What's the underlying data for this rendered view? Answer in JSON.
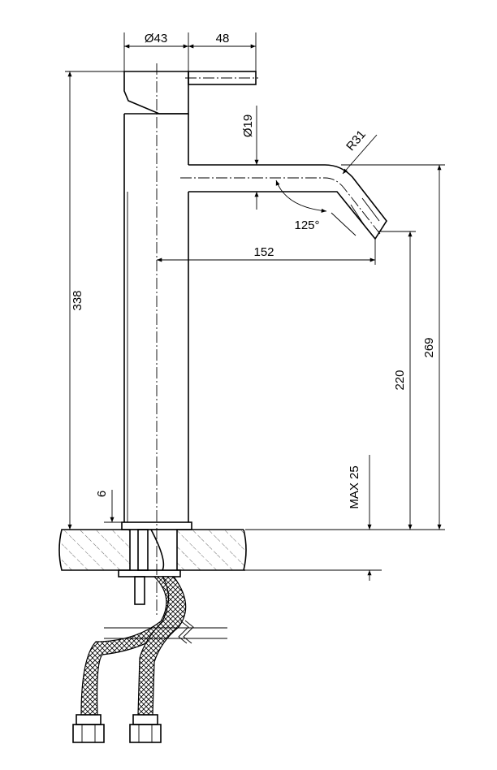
{
  "dimensions": {
    "body_diameter": "Ø43",
    "lever_length": "48",
    "spout_diameter": "Ø19",
    "bend_radius": "R31",
    "spout_angle": "125°",
    "spout_reach": "152",
    "overall_height": "338",
    "outlet_height": "220",
    "spout_top_height": "269",
    "base_thickness": "6",
    "max_deck": "MAX 25"
  }
}
